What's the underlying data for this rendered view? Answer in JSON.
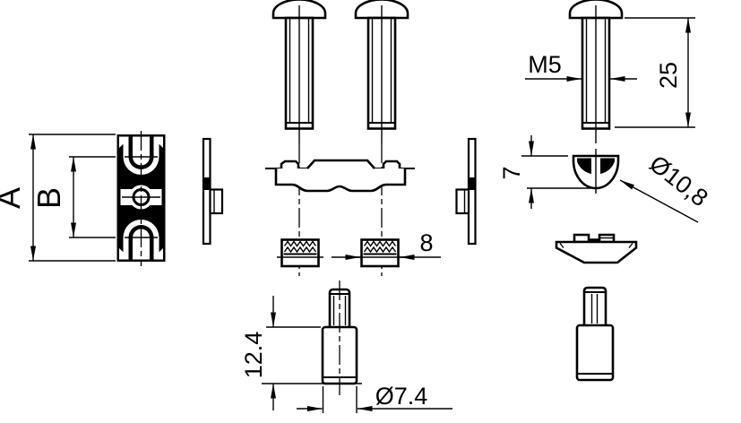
{
  "drawing": {
    "labels": {
      "dim_a": "A",
      "dim_b": "B",
      "thread": "M5",
      "screw_length": "25",
      "nut_height": "7",
      "nut_diameter": "Ø10,8",
      "nut_width": "8",
      "spacer_height": "12.4",
      "spacer_diameter": "Ø7.4"
    },
    "colors": {
      "line": "#000000",
      "background": "#ffffff"
    }
  }
}
